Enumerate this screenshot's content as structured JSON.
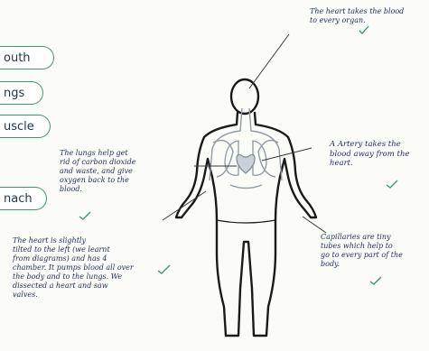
{
  "labels": {
    "mouth": "outh",
    "lungs": "ngs",
    "muscle": "uscle",
    "stomach": "nach"
  },
  "notes": {
    "heart_blood": [
      "The heart takes the blood",
      "to every organ."
    ],
    "lungs": [
      "The lungs help get",
      "rid of carbon dioxide",
      "and waste, and give",
      "oxygen back to the",
      "blood."
    ],
    "artery": [
      "A Artery takes the",
      "blood away from the",
      "heart."
    ],
    "heart_detail": [
      "The heart is slightly",
      "tilted to the left (we learnt",
      "from diagrams) and has 4",
      "chamber. It pumps blood all over",
      "the body and to the lungs. We",
      "dissected a heart and saw",
      "valves."
    ],
    "capillaries": [
      "Capillaries are tiny",
      "tubes which help to",
      "go to every part of the",
      "body."
    ]
  },
  "colors": {
    "pill_border": "#3a9a6e",
    "pen_ink": "#22325e",
    "outline": "#1a1a1a"
  },
  "icons": {
    "body": "body-outline-icon",
    "heart": "heart-icon",
    "tick": "tick-mark-icon"
  }
}
